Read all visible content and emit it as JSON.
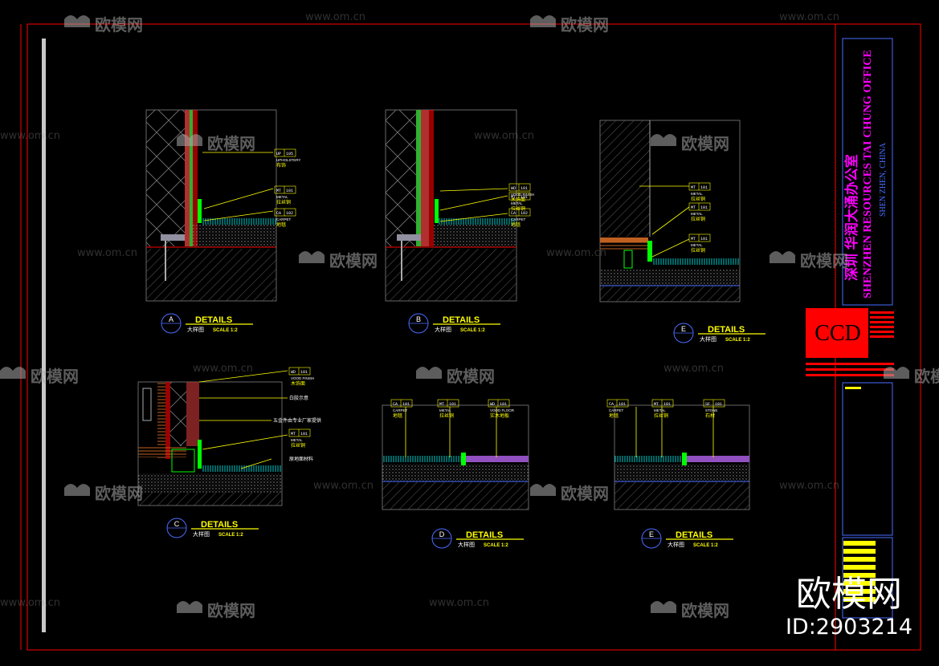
{
  "details": [
    {
      "id": "A",
      "letter": "A",
      "title": "DETAILS",
      "sub": "大样图",
      "scale": "SCALE 1:2",
      "tags": [
        {
          "code": "UP",
          "num": "105",
          "en": "UPHOLSTERY",
          "cn": "布饰"
        },
        {
          "code": "MT",
          "num": "101",
          "en": "METAL",
          "cn": "拉丝铜"
        },
        {
          "code": "CA",
          "num": "102",
          "en": "CARPET",
          "cn": "地毯"
        }
      ]
    },
    {
      "id": "B",
      "letter": "B",
      "title": "DETAILS",
      "sub": "大样图",
      "scale": "SCALE 1:2",
      "tags": [
        {
          "code": "WD",
          "num": "101",
          "en": "VOOD FINISH",
          "cn": "木饰面"
        },
        {
          "code": "MT",
          "num": "101",
          "en": "METAL",
          "cn": "拉丝铜"
        },
        {
          "code": "CA",
          "num": "102",
          "en": "CARPET",
          "cn": "地毯"
        }
      ]
    },
    {
      "id": "E1",
      "letter": "E",
      "title": "DETAILS",
      "sub": "大样图",
      "scale": "SCALE 1:2",
      "tags": [
        {
          "code": "MT",
          "num": "101",
          "en": "METAL",
          "cn": "拉丝铜"
        },
        {
          "code": "MT",
          "num": "101",
          "en": "METAL",
          "cn": "拉丝铜"
        },
        {
          "code": "MT",
          "num": "101",
          "en": "METAL",
          "cn": "拉丝铜"
        }
      ]
    },
    {
      "id": "C",
      "letter": "C",
      "title": "DETAILS",
      "sub": "大样图",
      "scale": "SCALE 1:2",
      "tags": [
        {
          "code": "WD",
          "num": "101",
          "en": "VOOD FINISH",
          "cn": "木饰面"
        },
        {
          "code": "MT",
          "num": "101",
          "en": "METAL",
          "cn": "拉丝铜"
        }
      ],
      "notes": [
        "白胶示意",
        "五金件由专业厂家提供",
        "原地面材料"
      ]
    },
    {
      "id": "D",
      "letter": "D",
      "title": "DETAILS",
      "sub": "大样图",
      "scale": "SCALE 1:2",
      "tags": [
        {
          "code": "CA",
          "num": "101",
          "en": "CARPET",
          "cn": "地毯"
        },
        {
          "code": "MT",
          "num": "101",
          "en": "METAL",
          "cn": "拉丝铜"
        },
        {
          "code": "WD",
          "num": "101",
          "en": "VOOD FLOOR",
          "cn": "实木地板"
        }
      ]
    },
    {
      "id": "E2",
      "letter": "E",
      "title": "DETAILS",
      "sub": "大样图",
      "scale": "SCALE 1:2",
      "tags": [
        {
          "code": "CA",
          "num": "101",
          "en": "CARPET",
          "cn": "地毯"
        },
        {
          "code": "MT",
          "num": "101",
          "en": "METAL",
          "cn": "拉丝铜"
        },
        {
          "code": "SF",
          "num": "101",
          "en": "STONE",
          "cn": "石材"
        }
      ]
    }
  ],
  "title_block": {
    "project_cn": "深圳 华润大涌办公室",
    "project_en": "SHENZHEN RESOURCES TAI CHUNG OFFICE",
    "location": "SHEN ZHEN, CHINA",
    "firm_logo": "CCD"
  },
  "watermark": {
    "brand": "欧模网",
    "url": "www.om.cn",
    "big": "欧模网",
    "id": "ID:2903214"
  },
  "colors": {
    "frame": "#ff0000",
    "text": "#ffff00",
    "annotation": "#ffffff",
    "title": "#ff00ff",
    "subtitle": "#4a6cff",
    "carpet": "#00c8c8",
    "metal": "#00ff00"
  }
}
